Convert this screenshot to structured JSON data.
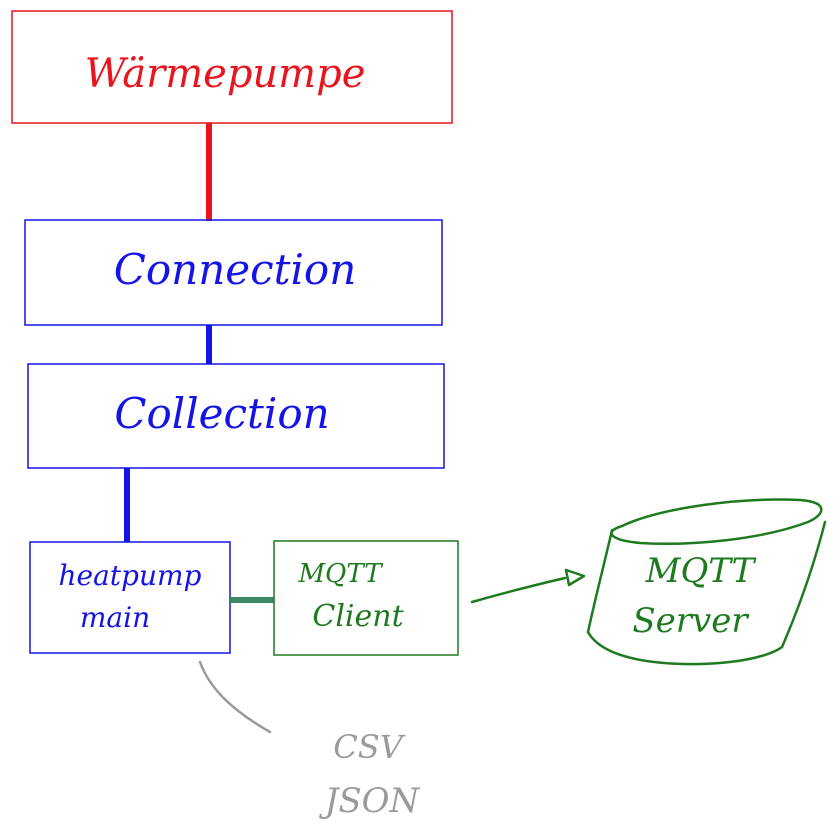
{
  "colors": {
    "red": "#e8141e",
    "blue": "#1414e6",
    "green": "#1f7a1f",
    "green_connector": "#3a8a66",
    "gray": "#9a9a9a"
  },
  "nodes": {
    "waermepumpe": {
      "label": "Wärmepumpe"
    },
    "connection": {
      "label": "Connection"
    },
    "collection": {
      "label": "Collection"
    },
    "heatpump_main": {
      "line1": "heatpump",
      "line2": "main"
    },
    "mqtt_client": {
      "line1": "MQTT",
      "line2": "Client"
    },
    "mqtt_server": {
      "line1": "MQTT",
      "line2": "Server"
    }
  },
  "annotation": {
    "line1": "CSV",
    "line2": "JSON"
  }
}
